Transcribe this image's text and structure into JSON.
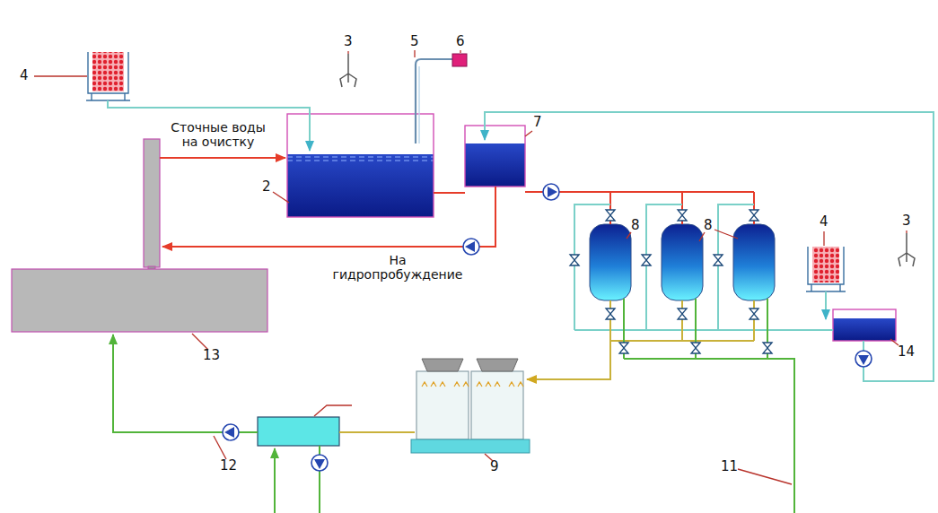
{
  "diagram": {
    "labels": [
      "4",
      "3",
      "5",
      "6",
      "Сточные воды на очистку",
      "7",
      "2",
      "8",
      "8",
      "На гидропробуждение",
      "4",
      "3",
      "13",
      "14",
      "12",
      "9",
      "11"
    ]
  }
}
